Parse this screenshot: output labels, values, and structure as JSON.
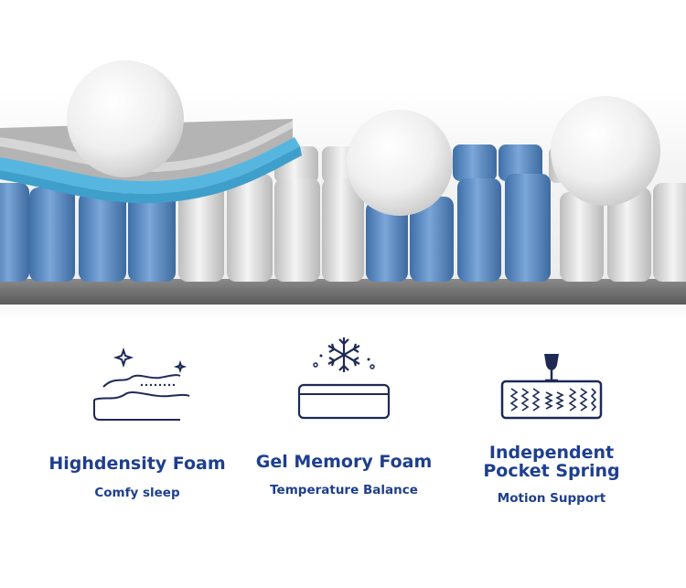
{
  "features": [
    {
      "title": "Highdensity Foam",
      "subtitle": "Comfy sleep",
      "icon": "foam-layer-icon"
    },
    {
      "title": "Gel Memory Foam",
      "subtitle": "Temperature Balance",
      "icon": "gel-cooling-icon"
    },
    {
      "title": "Independent\nPocket Spring",
      "subtitle": "Motion Support",
      "icon": "pocket-spring-icon"
    }
  ],
  "colors": {
    "text": "#1e3f8f",
    "blue_coil": "#5f8fc4",
    "white_coil": "#e6e6e6",
    "gel_layer": "#56b6df",
    "base": "#6e6e6e"
  }
}
